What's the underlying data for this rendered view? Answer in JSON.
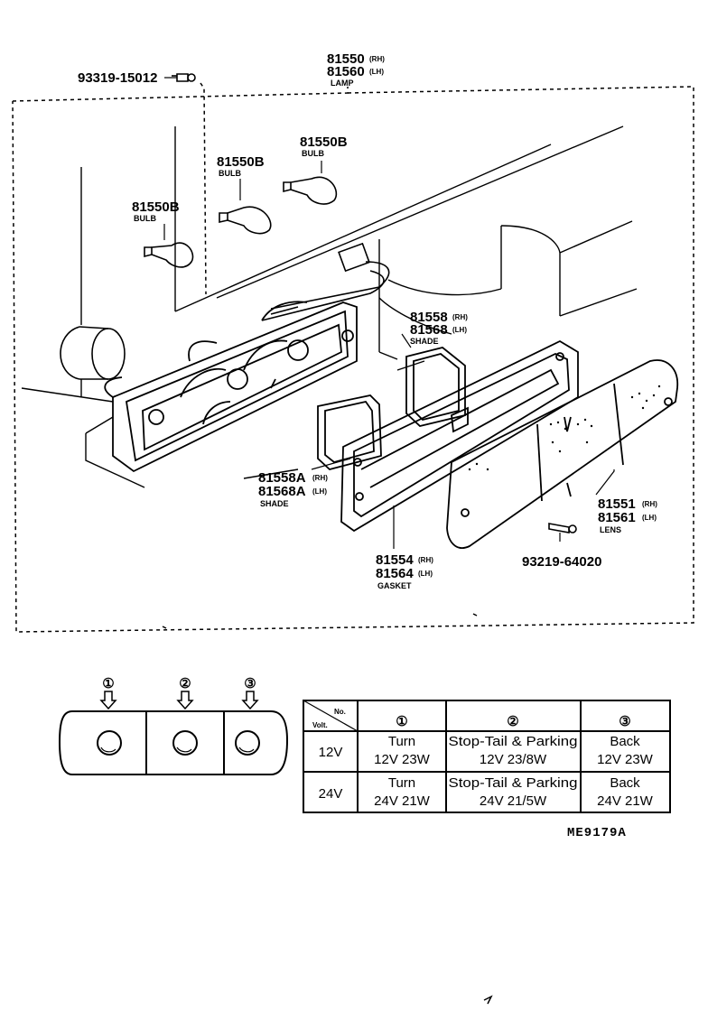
{
  "parts": {
    "screw_top": "93319-15012",
    "lamp_rh": "81550",
    "lamp_rh_suffix": "(RH)",
    "lamp_lh": "81560",
    "lamp_lh_suffix": "(LH)",
    "lamp_name": "LAMP",
    "bulb_1": "81550B",
    "bulb_1_name": "BULB",
    "bulb_2": "81550B",
    "bulb_2_name": "BULB",
    "bulb_3": "81550B",
    "bulb_3_name": "BULB",
    "shade_rh": "81558",
    "shade_rh_suffix": "(RH)",
    "shade_lh": "81568",
    "shade_lh_suffix": "(LH)",
    "shade_name": "SHADE",
    "shadeA_rh": "81558A",
    "shadeA_rh_suffix": "(RH)",
    "shadeA_lh": "81568A",
    "shadeA_lh_suffix": "(LH)",
    "shadeA_name": "SHADE",
    "gasket_rh": "81554",
    "gasket_rh_suffix": "(RH)",
    "gasket_lh": "81564",
    "gasket_lh_suffix": "(LH)",
    "gasket_name": "GASKET",
    "lens_rh": "81551",
    "lens_rh_suffix": "(RH)",
    "lens_lh": "81561",
    "lens_lh_suffix": "(LH)",
    "lens_name": "LENS",
    "screw_lens": "93219-64020"
  },
  "positions": {
    "p1": "①",
    "p2": "②",
    "p3": "③"
  },
  "table": {
    "corner_top": "No.",
    "corner_bottom": "Volt.",
    "col1": "①",
    "col2": "②",
    "col3": "③",
    "rows": [
      {
        "volt": "12V",
        "c1_a": "Turn",
        "c1_b": "12V 23W",
        "c2_a": "Stop-Tail & Parking",
        "c2_b": "12V 23/8W",
        "c3_a": "Back",
        "c3_b": "12V 23W"
      },
      {
        "volt": "24V",
        "c1_a": "Turn",
        "c1_b": "24V 21W",
        "c2_a": "Stop-Tail & Parking",
        "c2_b": "24V 21/5W",
        "c3_a": "Back",
        "c3_b": "24V 21W"
      }
    ]
  },
  "diagram_code": "ME9179A"
}
